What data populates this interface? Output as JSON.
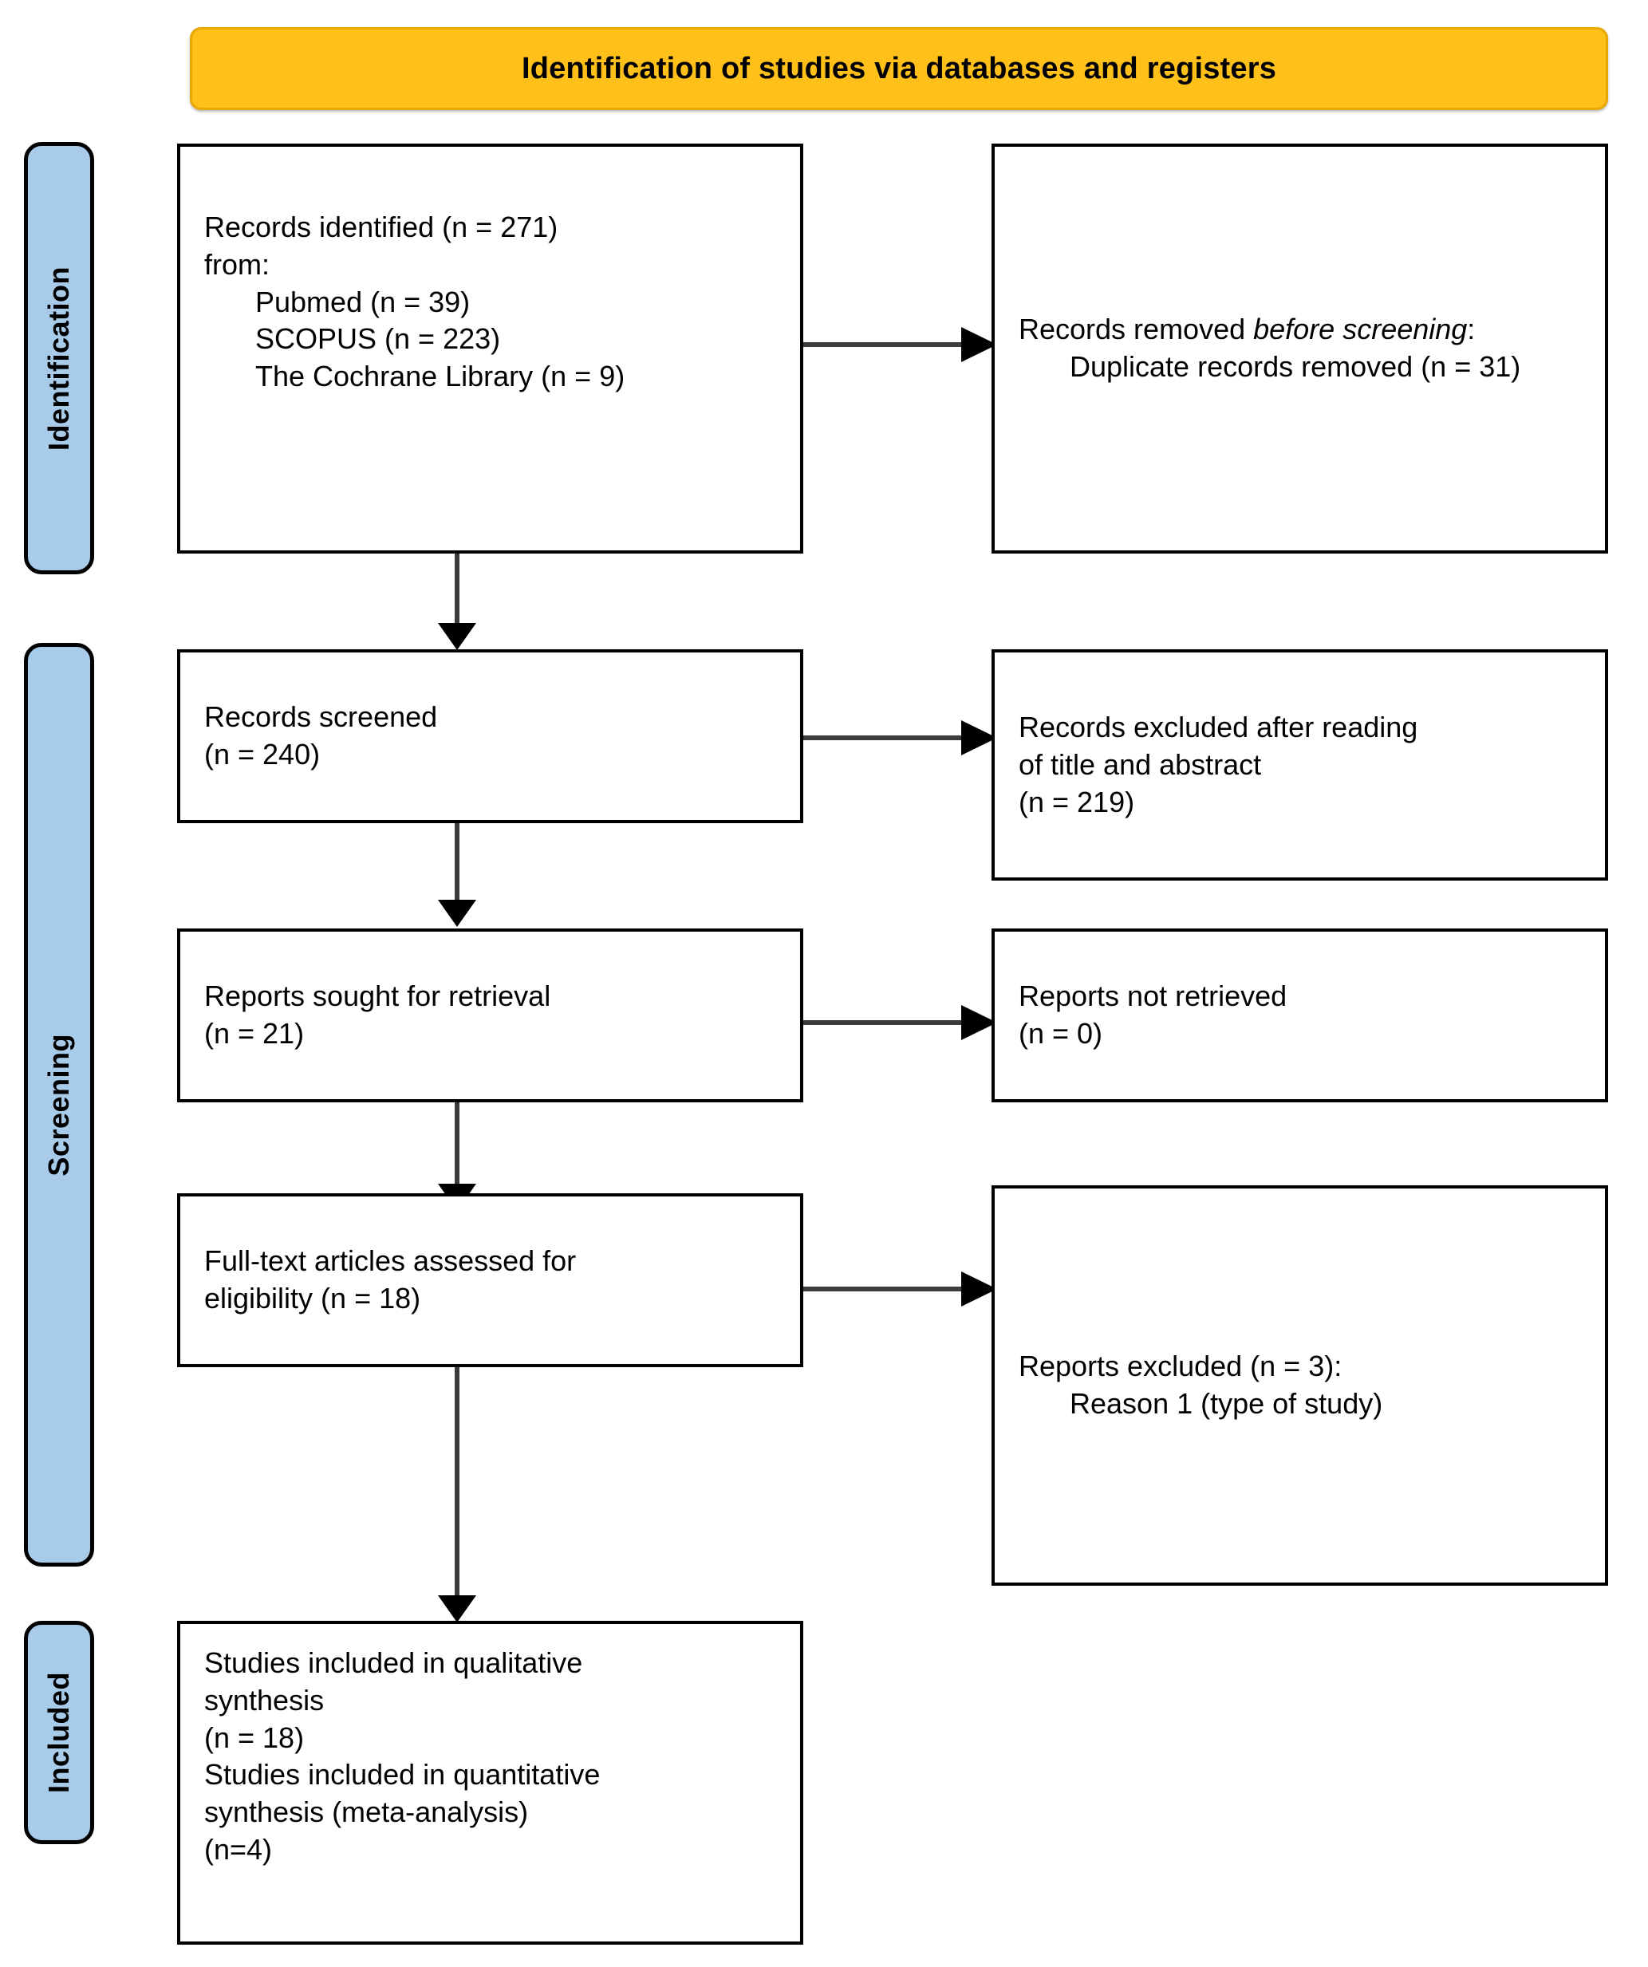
{
  "header": {
    "title": "Identification of studies via databases and registers",
    "color": "#FFC01A"
  },
  "stages": [
    {
      "label": "Identification",
      "color": "#A8CBEA"
    },
    {
      "label": "Screening",
      "color": "#A8CBEA"
    },
    {
      "label": "Included",
      "color": "#A8CBEA"
    }
  ],
  "boxes": {
    "records_identified": {
      "line1": "Records identified (n = 271)",
      "line2": "from:",
      "line3": "Pubmed (n = 39)",
      "line4": "SCOPUS (n = 223)",
      "line5": "The Cochrane Library (n = 9)"
    },
    "records_removed": {
      "lead": "Records removed ",
      "emph": "before screening",
      "colon": ":",
      "detail": "Duplicate records removed (n = 31)"
    },
    "records_screened": {
      "line1": "Records screened",
      "line2": "(n = 240)"
    },
    "records_excluded": {
      "line1": "Records excluded after reading",
      "line2": "of title and abstract",
      "line3": "(n = 219)"
    },
    "reports_sought": {
      "line1": "Reports sought for retrieval",
      "line2": "(n = 21)"
    },
    "reports_not_retrieved": {
      "line1": "Reports not retrieved",
      "line2": "(n = 0)"
    },
    "fulltext_assessed": {
      "line1": "Full-text articles assessed for",
      "line2": "eligibility (n = 18)"
    },
    "reports_excluded": {
      "line1": "Reports excluded (n = 3):",
      "line2": "Reason 1 (type of study)"
    },
    "studies_included": {
      "line1": "Studies included in qualitative",
      "line2": "synthesis",
      "line3": "(n = 18)",
      "line4": "Studies included in quantitative",
      "line5": "synthesis (meta-analysis)",
      "line6": "(n=4)"
    }
  },
  "chart_data": {
    "type": "diagram",
    "title": "Identification of studies via databases and registers",
    "diagram_kind": "PRISMA flow diagram",
    "stages": [
      "Identification",
      "Screening",
      "Included"
    ],
    "nodes": [
      {
        "id": "records_identified",
        "stage": "Identification",
        "column": "left",
        "n": 271,
        "sources": [
          {
            "name": "Pubmed",
            "n": 39
          },
          {
            "name": "SCOPUS",
            "n": 223
          },
          {
            "name": "The Cochrane Library",
            "n": 9
          }
        ]
      },
      {
        "id": "records_removed",
        "stage": "Identification",
        "column": "right",
        "n": 31,
        "reason": "Duplicate records removed"
      },
      {
        "id": "records_screened",
        "stage": "Screening",
        "column": "left",
        "n": 240
      },
      {
        "id": "records_excluded",
        "stage": "Screening",
        "column": "right",
        "n": 219,
        "reason": "Records excluded after reading of title and abstract"
      },
      {
        "id": "reports_sought",
        "stage": "Screening",
        "column": "left",
        "n": 21
      },
      {
        "id": "reports_not_retrieved",
        "stage": "Screening",
        "column": "right",
        "n": 0
      },
      {
        "id": "fulltext_assessed",
        "stage": "Screening",
        "column": "left",
        "n": 18
      },
      {
        "id": "reports_excluded",
        "stage": "Screening",
        "column": "right",
        "n": 3,
        "reason": "Reason 1 (type of study)"
      },
      {
        "id": "studies_included_qualitative",
        "stage": "Included",
        "column": "left",
        "n": 18
      },
      {
        "id": "studies_included_quantitative",
        "stage": "Included",
        "column": "left",
        "n": 4
      }
    ],
    "edges": [
      {
        "from": "records_identified",
        "to": "records_removed",
        "direction": "right"
      },
      {
        "from": "records_identified",
        "to": "records_screened",
        "direction": "down"
      },
      {
        "from": "records_screened",
        "to": "records_excluded",
        "direction": "right"
      },
      {
        "from": "records_screened",
        "to": "reports_sought",
        "direction": "down"
      },
      {
        "from": "reports_sought",
        "to": "reports_not_retrieved",
        "direction": "right"
      },
      {
        "from": "reports_sought",
        "to": "fulltext_assessed",
        "direction": "down"
      },
      {
        "from": "fulltext_assessed",
        "to": "reports_excluded",
        "direction": "right"
      },
      {
        "from": "fulltext_assessed",
        "to": "studies_included_qualitative",
        "direction": "down"
      }
    ]
  }
}
